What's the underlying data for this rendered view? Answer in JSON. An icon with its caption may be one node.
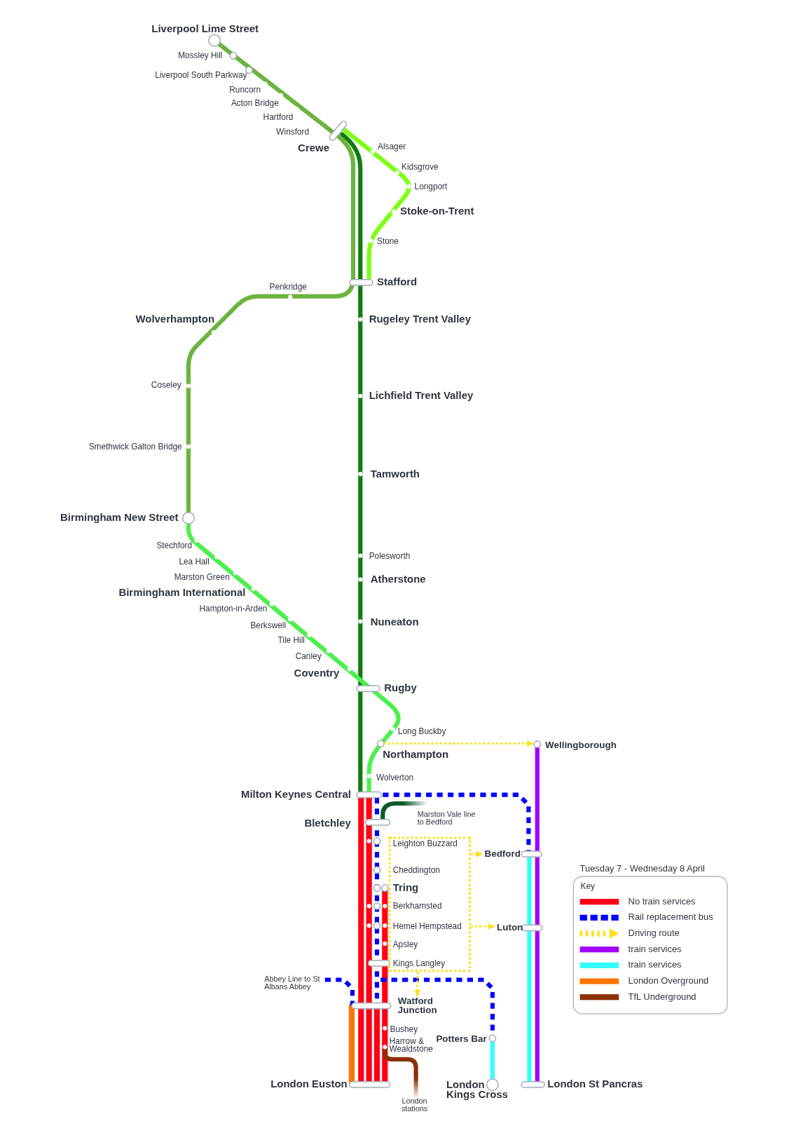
{
  "diagram": {
    "title": "Tuesday 7 - Wednesday 8 April",
    "labels": [
      "Liverpool Lime Street",
      "Mossley Hill",
      "Liverpool South Parkway",
      "Runcorn",
      "Acton Bridge",
      "Hartford",
      "Winsford",
      "Crewe",
      "Alsager",
      "Kidsgrove",
      "Longport",
      "Stoke-on-Trent",
      "Stone",
      "Stafford",
      "Penkridge",
      "Wolverhampton",
      "Rugeley Trent Valley",
      "Coseley",
      "Lichfield Trent Valley",
      "Smethwick Galton Bridge",
      "Tamworth",
      "Birmingham New Street",
      "Stechford",
      "Polesworth",
      "Lea Hall",
      "Marston Green",
      "Atherstone",
      "Birmingham International",
      "Hampton-in-Arden",
      "Berkswell",
      "Nuneaton",
      "Tile Hill",
      "Canley",
      "Coventry",
      "Rugby",
      "Long Buckby",
      "Wolverton",
      "Milton Keynes Central",
      "Marston Vale line to Bedford",
      "Bletchley",
      "Leighton Buzzard",
      "Cheddington",
      "Tring",
      "Berkhamsted",
      "Hemel Hempstead",
      "Apsley",
      "Kings Langley",
      "Abbey Line to St Albans Abbey",
      "Bushey",
      "Harrow & Wealdstone",
      "Potters Bar",
      "London Euston",
      "London Kings Cross",
      "London St Pancras",
      "London stations",
      "Key"
    ],
    "nodes": [
      {
        "text": [
          "Northampton"
        ]
      },
      {
        "text": [
          "Wellingborough"
        ]
      },
      {
        "text": [],
        "shape": "box"
      },
      {
        "text": [
          "Bedford"
        ]
      },
      {
        "text": [
          "Luton"
        ]
      },
      {
        "text": [
          "Watford Junction"
        ]
      }
    ],
    "edges": [
      {
        "from": 0,
        "to": 1,
        "arrow": "to"
      },
      {
        "from": 2,
        "to": 3,
        "arrow": "to"
      },
      {
        "from": 2,
        "to": 4,
        "arrow": "to"
      },
      {
        "from": 2,
        "to": 5,
        "arrow": "to"
      }
    ],
    "legend": [
      {
        "text": "No train services",
        "color": "#ff0016"
      },
      {
        "text": "Rail replacement bus"
      },
      {
        "text": "Driving route"
      },
      {
        "text": "train services",
        "color": "#a100ff"
      },
      {
        "text": "train services",
        "color": "#33ffff"
      },
      {
        "text": "London Overground",
        "color": "#ff7500"
      },
      {
        "text": "TfL Underground",
        "color": "#8b3000"
      }
    ]
  }
}
